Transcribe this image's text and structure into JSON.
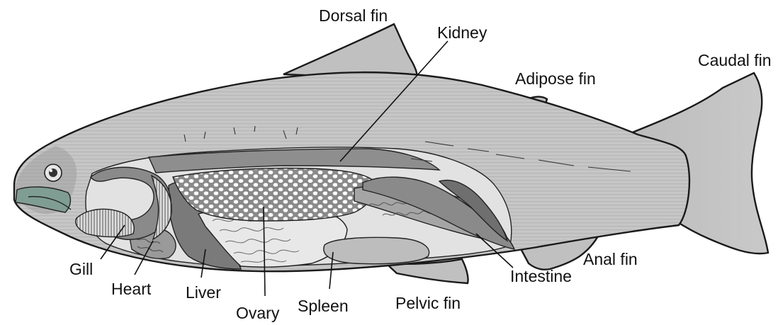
{
  "labels": {
    "dorsal_fin": "Dorsal fin",
    "kidney": "Kidney",
    "adipose_fin": "Adipose fin",
    "caudal_fin": "Caudal fin",
    "anal_fin": "Anal fin",
    "intestine": "Intestine",
    "pelvic_fin": "Pelvic fin",
    "spleen": "Spleen",
    "ovary": "Ovary",
    "liver": "Liver",
    "heart": "Heart",
    "gill": "Gill"
  },
  "colors": {
    "body_light": "#c8c8c8",
    "body_mid": "#b5b5b5",
    "organ_dark": "#7a7a7a",
    "organ_mid": "#9a9a9a",
    "cavity_light": "#e2e2e2",
    "mouth": "#7f9d93"
  }
}
